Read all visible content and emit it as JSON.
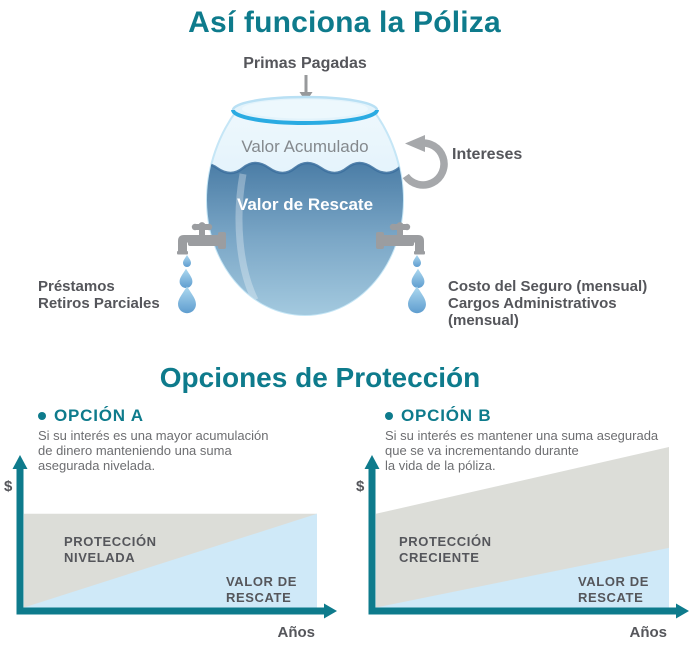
{
  "palette": {
    "teal": "#0e7b8c",
    "text_dark": "#55565b",
    "text_medium": "#6d6e71",
    "text_light_gray": "#84898d",
    "gray_fill": "#dcddd8",
    "light_blue_fill": "#cfe9f8",
    "water_blue_dark": "#4b7da6",
    "water_blue_light": "#aacfe3",
    "rim_blue": "#2aabe2",
    "faucet_gray": "#9b9da0",
    "arrow_gray": "#a6a8ab"
  },
  "policy_diagram": {
    "title": "Así funciona la Póliza",
    "inflow_label": "Primas Pagadas",
    "bowl_upper_label": "Valor Acumulado",
    "bowl_water_label": "Valor de Rescate",
    "interest_label": "Intereses",
    "left_outflow": "Préstamos\nRetiros Parciales",
    "right_outflow": "Costo del Seguro (mensual)\nCargos Administrativos (mensual)"
  },
  "protection_options": {
    "title": "Opciones de Protección",
    "options": [
      {
        "label": "OPCIÓN A",
        "description": "Si su interés es una mayor acumulación\nde dinero manteniendo una suma\nasegurada nivelada."
      },
      {
        "label": "OPCIÓN B",
        "description": "Si su interés es mantener una suma asegurada\nque se va incrementando durante\nla vida de la póliza."
      }
    ]
  },
  "chart_data": [
    {
      "type": "area",
      "option": "A",
      "title": "OPCIÓN A",
      "ylabel": "$",
      "xlabel": "Años",
      "axis_color": "#0e7b8c",
      "grid": false,
      "series": [
        {
          "name": "PROTECCIÓN\nNIVELADA",
          "start_frac": 0.66,
          "end_frac": 0.66,
          "fill": "#dcddd8"
        },
        {
          "name": "VALOR DE\nRESCATE",
          "start_frac": 0.0,
          "end_frac": 0.66,
          "fill": "#cfe9f8"
        }
      ]
    },
    {
      "type": "area",
      "option": "B",
      "title": "OPCIÓN B",
      "ylabel": "$",
      "xlabel": "Años",
      "axis_color": "#0e7b8c",
      "grid": false,
      "series": [
        {
          "name": "PROTECCIÓN\nCRECIENTE",
          "start_frac": 0.66,
          "end_frac": 1.13,
          "fill": "#dcddd8"
        },
        {
          "name": "VALOR DE\nRESCATE",
          "start_frac": 0.0,
          "end_frac": 0.42,
          "fill": "#cfe9f8"
        }
      ]
    }
  ]
}
